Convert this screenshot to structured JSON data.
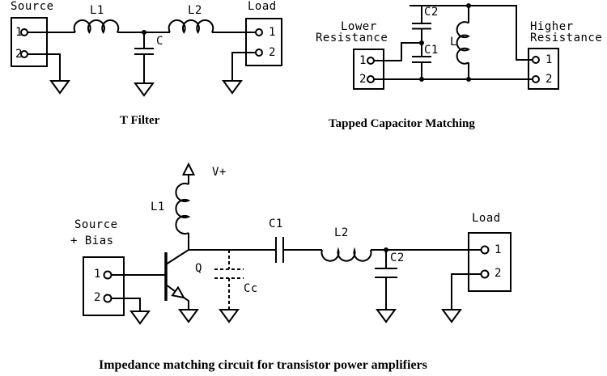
{
  "colors": {
    "line": "#000000",
    "background": "#ffffff"
  },
  "t_filter": {
    "caption": "T Filter",
    "source_label": "Source",
    "load_label": "Load",
    "l1": "L1",
    "l2": "L2",
    "c": "C",
    "source_terminal_1": "1",
    "source_terminal_2": "2",
    "load_terminal_1": "1",
    "load_terminal_2": "2"
  },
  "tapped": {
    "caption": "Tapped Capacitor Matching",
    "left_label_line1": "Lower",
    "left_label_line2": "Resistance",
    "right_label_line1": "Higher",
    "right_label_line2": "Resistance",
    "c2": "C2",
    "c1": "C1",
    "l": "L",
    "left_terminal_1": "1",
    "left_terminal_2": "2",
    "right_terminal_1": "1",
    "right_terminal_2": "2"
  },
  "amplifier": {
    "caption": "Impedance matching circuit for transistor power amplifiers",
    "source_label_line1": "Source",
    "source_label_line2": "+ Bias",
    "vplus": "V+",
    "l1": "L1",
    "q": "Q",
    "cc": "Cc",
    "c1": "C1",
    "l2": "L2",
    "c2": "C2",
    "load_label": "Load",
    "source_terminal_1": "1",
    "source_terminal_2": "2",
    "load_terminal_1": "1",
    "load_terminal_2": "2"
  }
}
